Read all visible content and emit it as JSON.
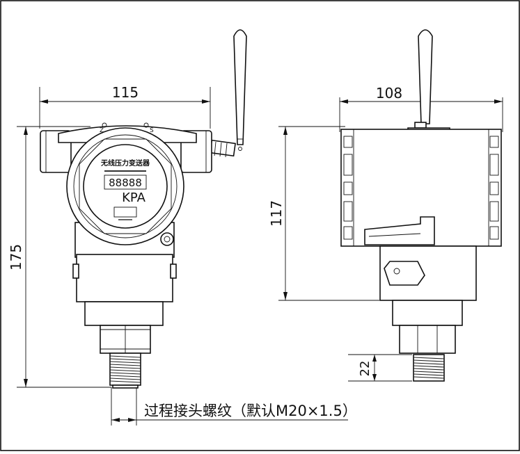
{
  "front_view": {
    "dim_width": "115",
    "dim_height": "175",
    "display_title": "无线压力变送器",
    "display_unit": "KPA",
    "display_digits": "88888"
  },
  "side_view": {
    "dim_width": "108",
    "dim_body_height": "117",
    "dim_thread_length": "22"
  },
  "annotation": {
    "process_connection": "过程接头螺纹（默认M20×1.5）"
  },
  "body_marks": {
    "zero": "Z",
    "span": "S"
  }
}
